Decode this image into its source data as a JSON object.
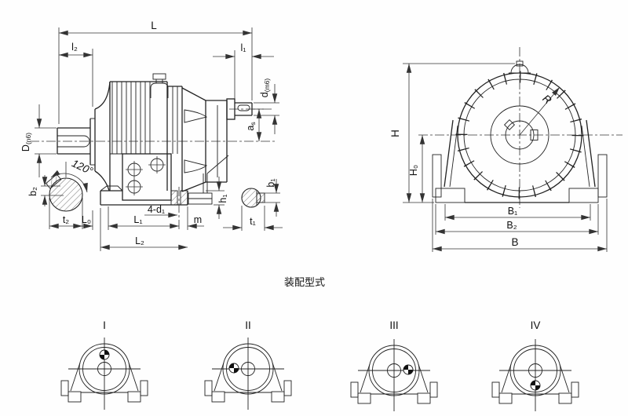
{
  "caption": "装配型式",
  "side_view": {
    "dims": {
      "L": "L",
      "l2": "l₂",
      "l1": "l₁",
      "d_main": "d",
      "d_sub": "(m6)",
      "as_main": "a",
      "as_sub": "s",
      "D_main": "D",
      "D_sub": "(n6)",
      "angle": "120°",
      "b2": "b₂",
      "t2": "t₂",
      "L0": "L₀",
      "L1": "L₁",
      "L2": "L₂",
      "m": "m",
      "holes": "4-d₁",
      "h1": "h₁",
      "b1": "b₁",
      "t1": "t₁"
    }
  },
  "front_view": {
    "dims": {
      "H": "H",
      "H0": "H₀",
      "R": "R",
      "B1": "B₁",
      "B2": "B₂",
      "B": "B"
    }
  },
  "assembly_types": [
    {
      "label": "I",
      "marker_position": "top"
    },
    {
      "label": "II",
      "marker_position": "left"
    },
    {
      "label": "III",
      "marker_position": "right"
    },
    {
      "label": "IV",
      "marker_position": "bottom"
    }
  ],
  "colors": {
    "line": "#222222",
    "background": "#fefefe"
  }
}
